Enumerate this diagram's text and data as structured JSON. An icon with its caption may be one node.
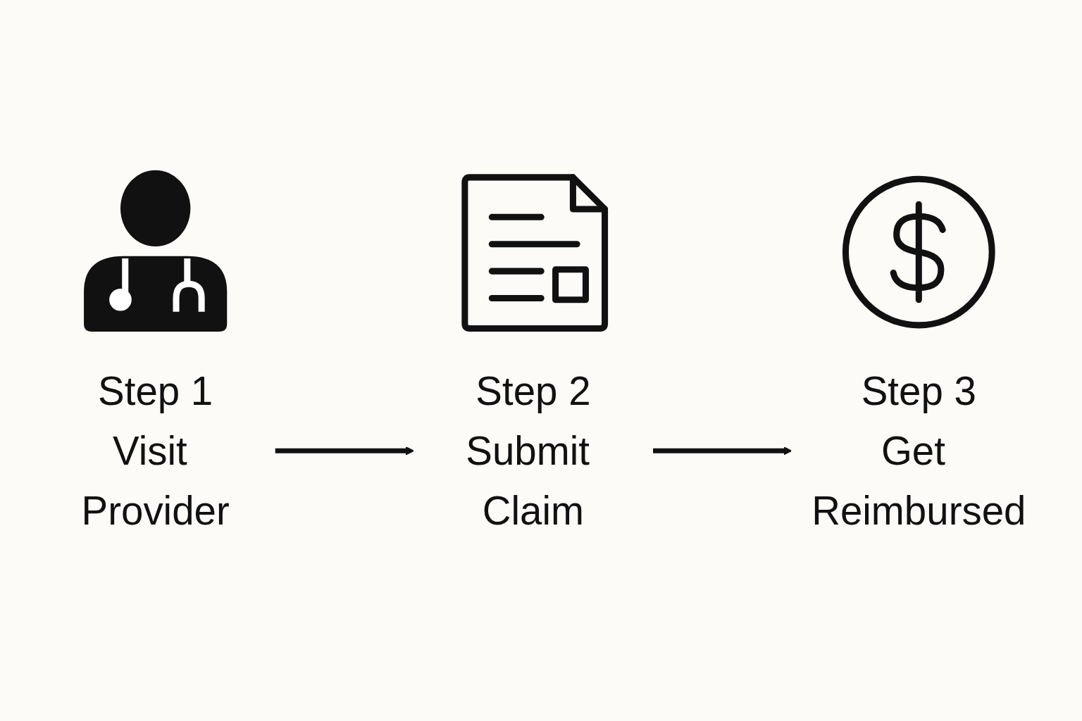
{
  "diagram": {
    "nodes": [
      {
        "text": [
          "Step 1",
          "Visit Provider"
        ]
      },
      {
        "text": [
          "Step 2",
          "Submit Claim"
        ]
      },
      {
        "text": [
          "Step 3",
          "Get Reimbursed"
        ]
      }
    ],
    "edges": [
      {
        "from": 0,
        "to": 1,
        "arrow": "to"
      },
      {
        "from": 1,
        "to": 2,
        "arrow": "to"
      }
    ]
  }
}
